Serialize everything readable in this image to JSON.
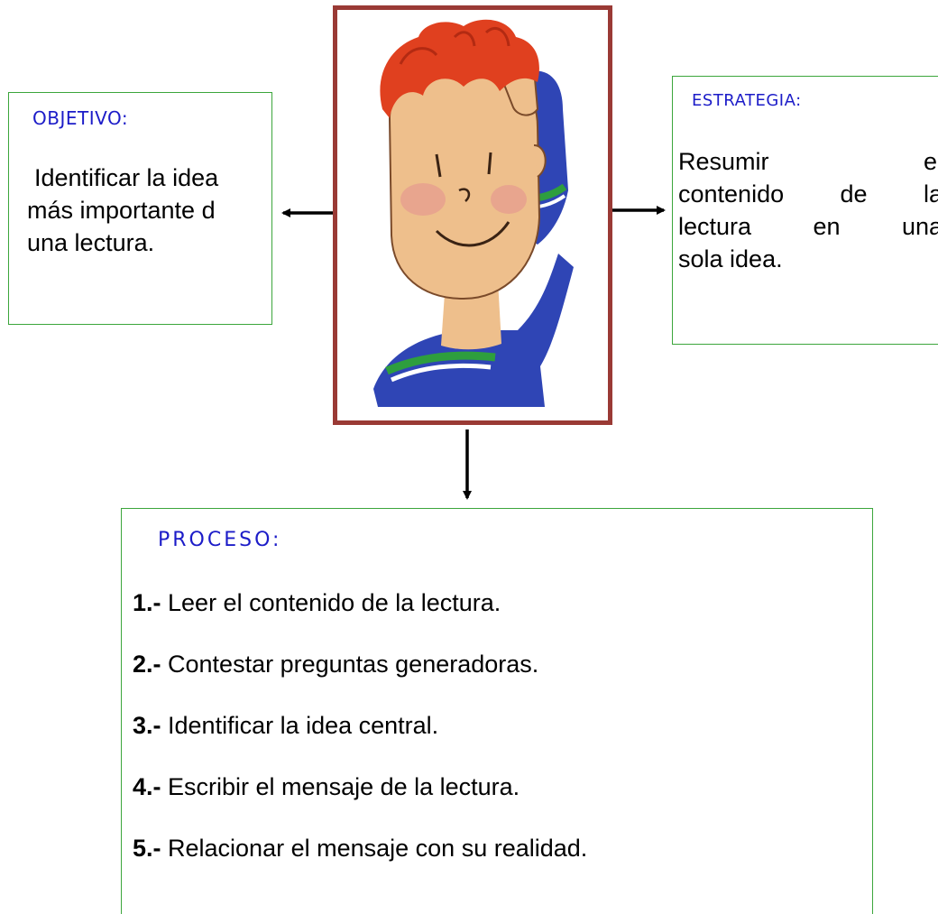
{
  "objective": {
    "title": "OBJETIVO:",
    "lines": [
      "Identificar la idea",
      "más importante d",
      "una lectura."
    ]
  },
  "strategy": {
    "title": "ESTRATEGIA:",
    "lines": [
      [
        "Resumir",
        "el"
      ],
      [
        "contenido",
        "de",
        "la"
      ],
      [
        "lectura",
        "en",
        "una"
      ],
      [
        "sola idea."
      ]
    ]
  },
  "process": {
    "title": "PROCESO:",
    "steps": [
      {
        "num": "1.-",
        "text": " Leer el contenido de la lectura."
      },
      {
        "num": "2.-",
        "text": " Contestar preguntas generadoras."
      },
      {
        "num": "3.-",
        "text": " Identificar la idea central."
      },
      {
        "num": "4.-",
        "text": " Escribir el mensaje de la lectura."
      },
      {
        "num": "5.-",
        "text": " Relacionar el mensaje con su realidad."
      }
    ]
  },
  "colors": {
    "box_border": "#3ca63c",
    "frame_border": "#9a3a35",
    "title_text": "#1c1cc8",
    "hair": "#e0401f",
    "skin": "#eebf8c",
    "sweater": "#2f45b5"
  },
  "illustration": {
    "icon": "thinking-boy-illustration"
  }
}
